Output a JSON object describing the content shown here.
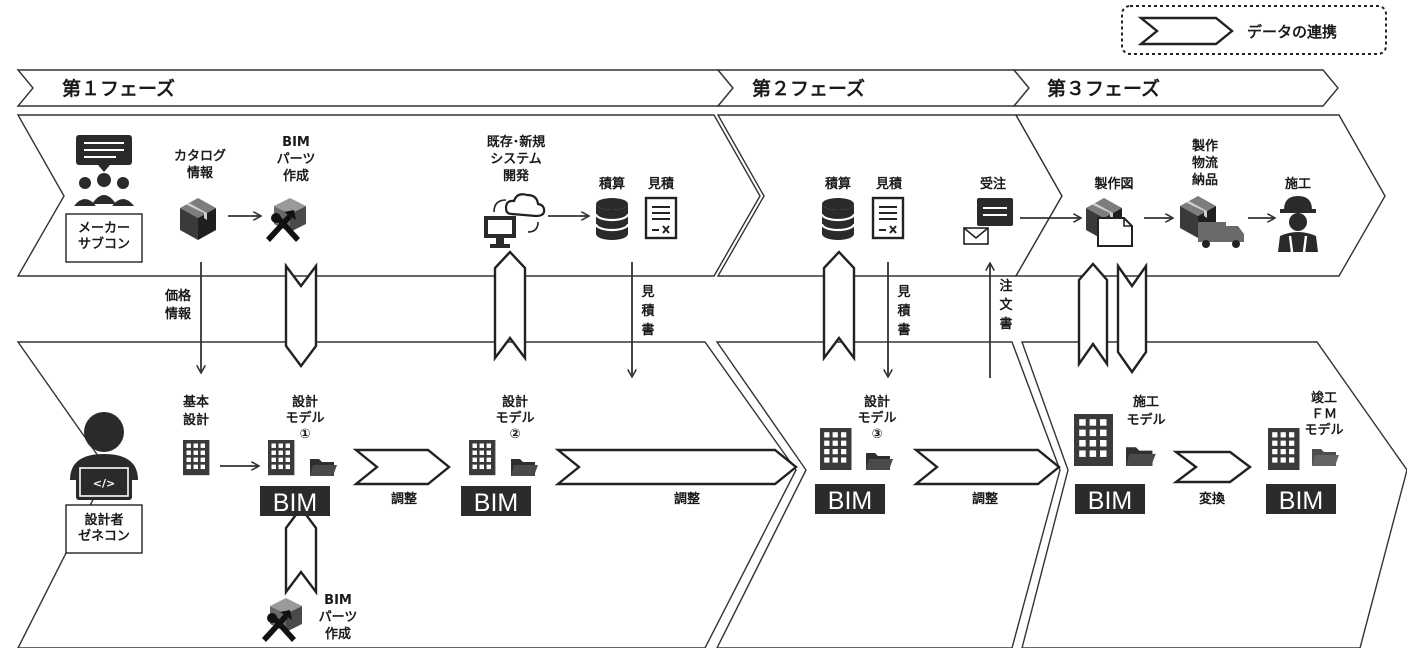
{
  "legend": {
    "label": "データの連携"
  },
  "phases": [
    {
      "label": "第１フェーズ"
    },
    {
      "label": "第２フェーズ"
    },
    {
      "label": "第３フェーズ"
    }
  ],
  "actors": {
    "maker": {
      "label": "メーカー\nサブコン"
    },
    "designer": {
      "label": "設計者\nゼネコン"
    }
  },
  "top_nodes": {
    "catalog": {
      "label": "カタログ\n情報"
    },
    "bim_parts": {
      "label": "BIM\nパーツ\n作成"
    },
    "system_dev": {
      "label": "既存･新規\nシステム\n開発"
    },
    "sekisan1": {
      "label": "積算"
    },
    "mitsumori1": {
      "label": "見積"
    },
    "sekisan2": {
      "label": "積算"
    },
    "mitsumori2": {
      "label": "見積"
    },
    "juchu": {
      "label": "受注"
    },
    "seisakuzu": {
      "label": "製作図"
    },
    "seisaku_butsuryu": {
      "label": "製作\n物流\n納品"
    },
    "sekou": {
      "label": "施工"
    }
  },
  "middle_labels": {
    "price_info": {
      "label": "価格\n情報"
    },
    "estimate_doc1": {
      "label": "見\n積\n書"
    },
    "estimate_doc2": {
      "label": "見\n積\n書"
    },
    "order_doc": {
      "label": "注\n文\n書"
    }
  },
  "bottom_nodes": {
    "basic_design": {
      "label": "基本\n設計"
    },
    "model1": {
      "label": "設計\nモデル\n①"
    },
    "model2": {
      "label": "設計\nモデル\n②"
    },
    "model3": {
      "label": "設計\nモデル\n③"
    },
    "construction_model": {
      "label": "施工\nモデル"
    },
    "fm_model": {
      "label": "竣工\nＦＭ\nモデル"
    },
    "bim_parts_bottom": {
      "label": "BIM\nパーツ\n作成"
    },
    "bim_badge": {
      "label": "BIM"
    }
  },
  "bottom_arrows": {
    "adjust1": {
      "label": "調整"
    },
    "adjust2": {
      "label": "調整"
    },
    "adjust3": {
      "label": "調整"
    },
    "convert": {
      "label": "変換"
    }
  },
  "icons": {
    "chat_people": "chat-people-icon",
    "box": "box-icon",
    "parts_tools": "parts-tools-icon",
    "computer_cloud": "computer-cloud-icon",
    "database": "database-icon",
    "document": "document-icon",
    "order_mail": "order-mail-icon",
    "blueprint_box": "blueprint-box-icon",
    "delivery_truck": "delivery-truck-icon",
    "worker": "worker-icon",
    "programmer": "programmer-icon",
    "building": "building-icon",
    "folder": "folder-icon"
  }
}
